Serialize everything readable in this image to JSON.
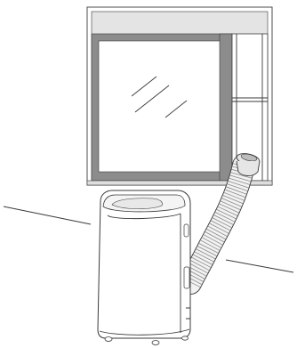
{
  "figure": {
    "colors": {
      "outline": "#3a3a3a",
      "frame_shade": "#8c8c8c",
      "sill": "#dedede",
      "unit_body": "#ffffff",
      "hose": "#f2f2f2"
    },
    "components": [
      "window",
      "window-sash",
      "window-vent-kit",
      "exhaust-hose",
      "hose-adapter",
      "portable-air-conditioner"
    ]
  }
}
